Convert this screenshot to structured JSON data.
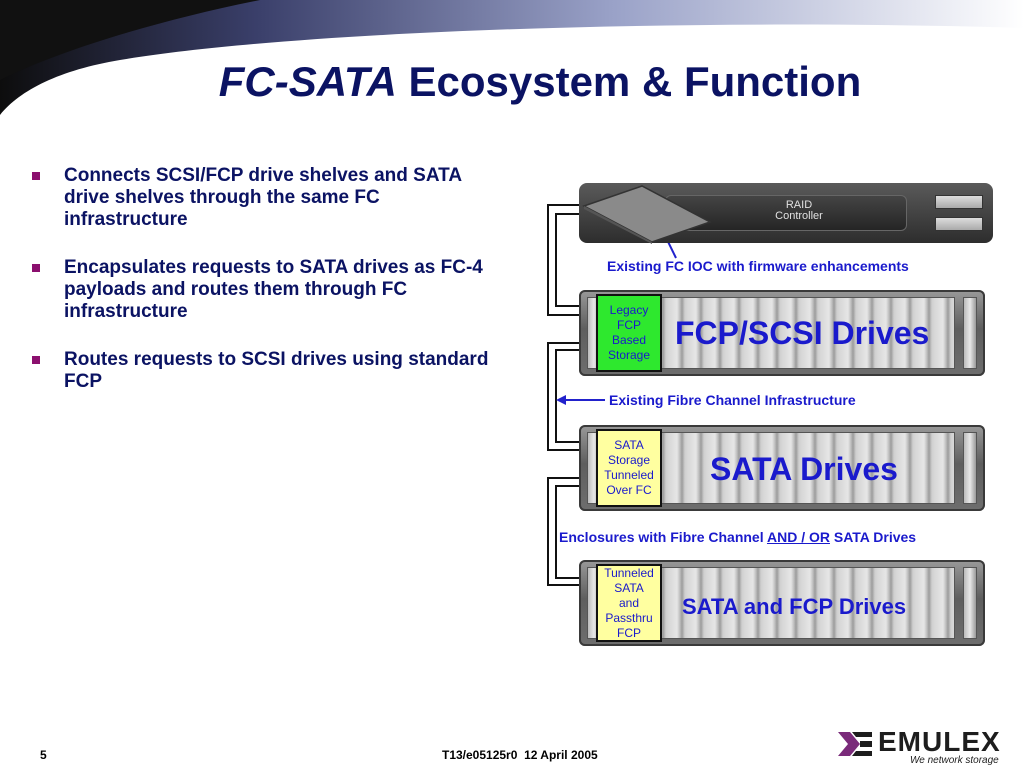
{
  "title": {
    "italic_part": "FC-SATA",
    "rest": "Ecosystem & Function"
  },
  "bullets": [
    "Connects SCSI/FCP drive shelves and SATA drive shelves through the same FC infrastructure",
    "Encapsulates requests to SATA drives as FC-4 payloads and routes them through FC infrastructure",
    "Routes requests to SCSI drives using standard FCP"
  ],
  "diagram": {
    "raid_label": [
      "RAID",
      "Controller"
    ],
    "captions": {
      "ioc": "Existing FC IOC with firmware enhancements",
      "fabric": "Existing Fibre Channel Infrastructure",
      "enclosures_pre": "Enclosures with Fibre Channel ",
      "enclosures_and_or": "AND / OR",
      "enclosures_post": " SATA Drives"
    },
    "shelves": [
      {
        "label": [
          "Legacy",
          "FCP",
          "Based",
          "Storage"
        ],
        "title": "FCP/SCSI Drives",
        "box_color": "#2ee82e"
      },
      {
        "label": [
          "SATA",
          "Storage",
          "Tunneled",
          "Over FC"
        ],
        "title": "SATA Drives",
        "box_color": "#ffffa0"
      },
      {
        "label": [
          "Tunneled",
          "SATA",
          "and",
          "Passthru",
          "FCP"
        ],
        "title": "SATA and FCP Drives",
        "box_color": "#ffffa0"
      }
    ]
  },
  "footer": {
    "page_number": "5",
    "doc_ref": "T13/e05125r0  12 April 2005"
  },
  "logo": {
    "name": "EMULEX",
    "tagline": "We network storage"
  },
  "colors": {
    "title": "#0b1363",
    "bullet": "#8b0f6e",
    "diagram_text": "#1a1acc"
  }
}
